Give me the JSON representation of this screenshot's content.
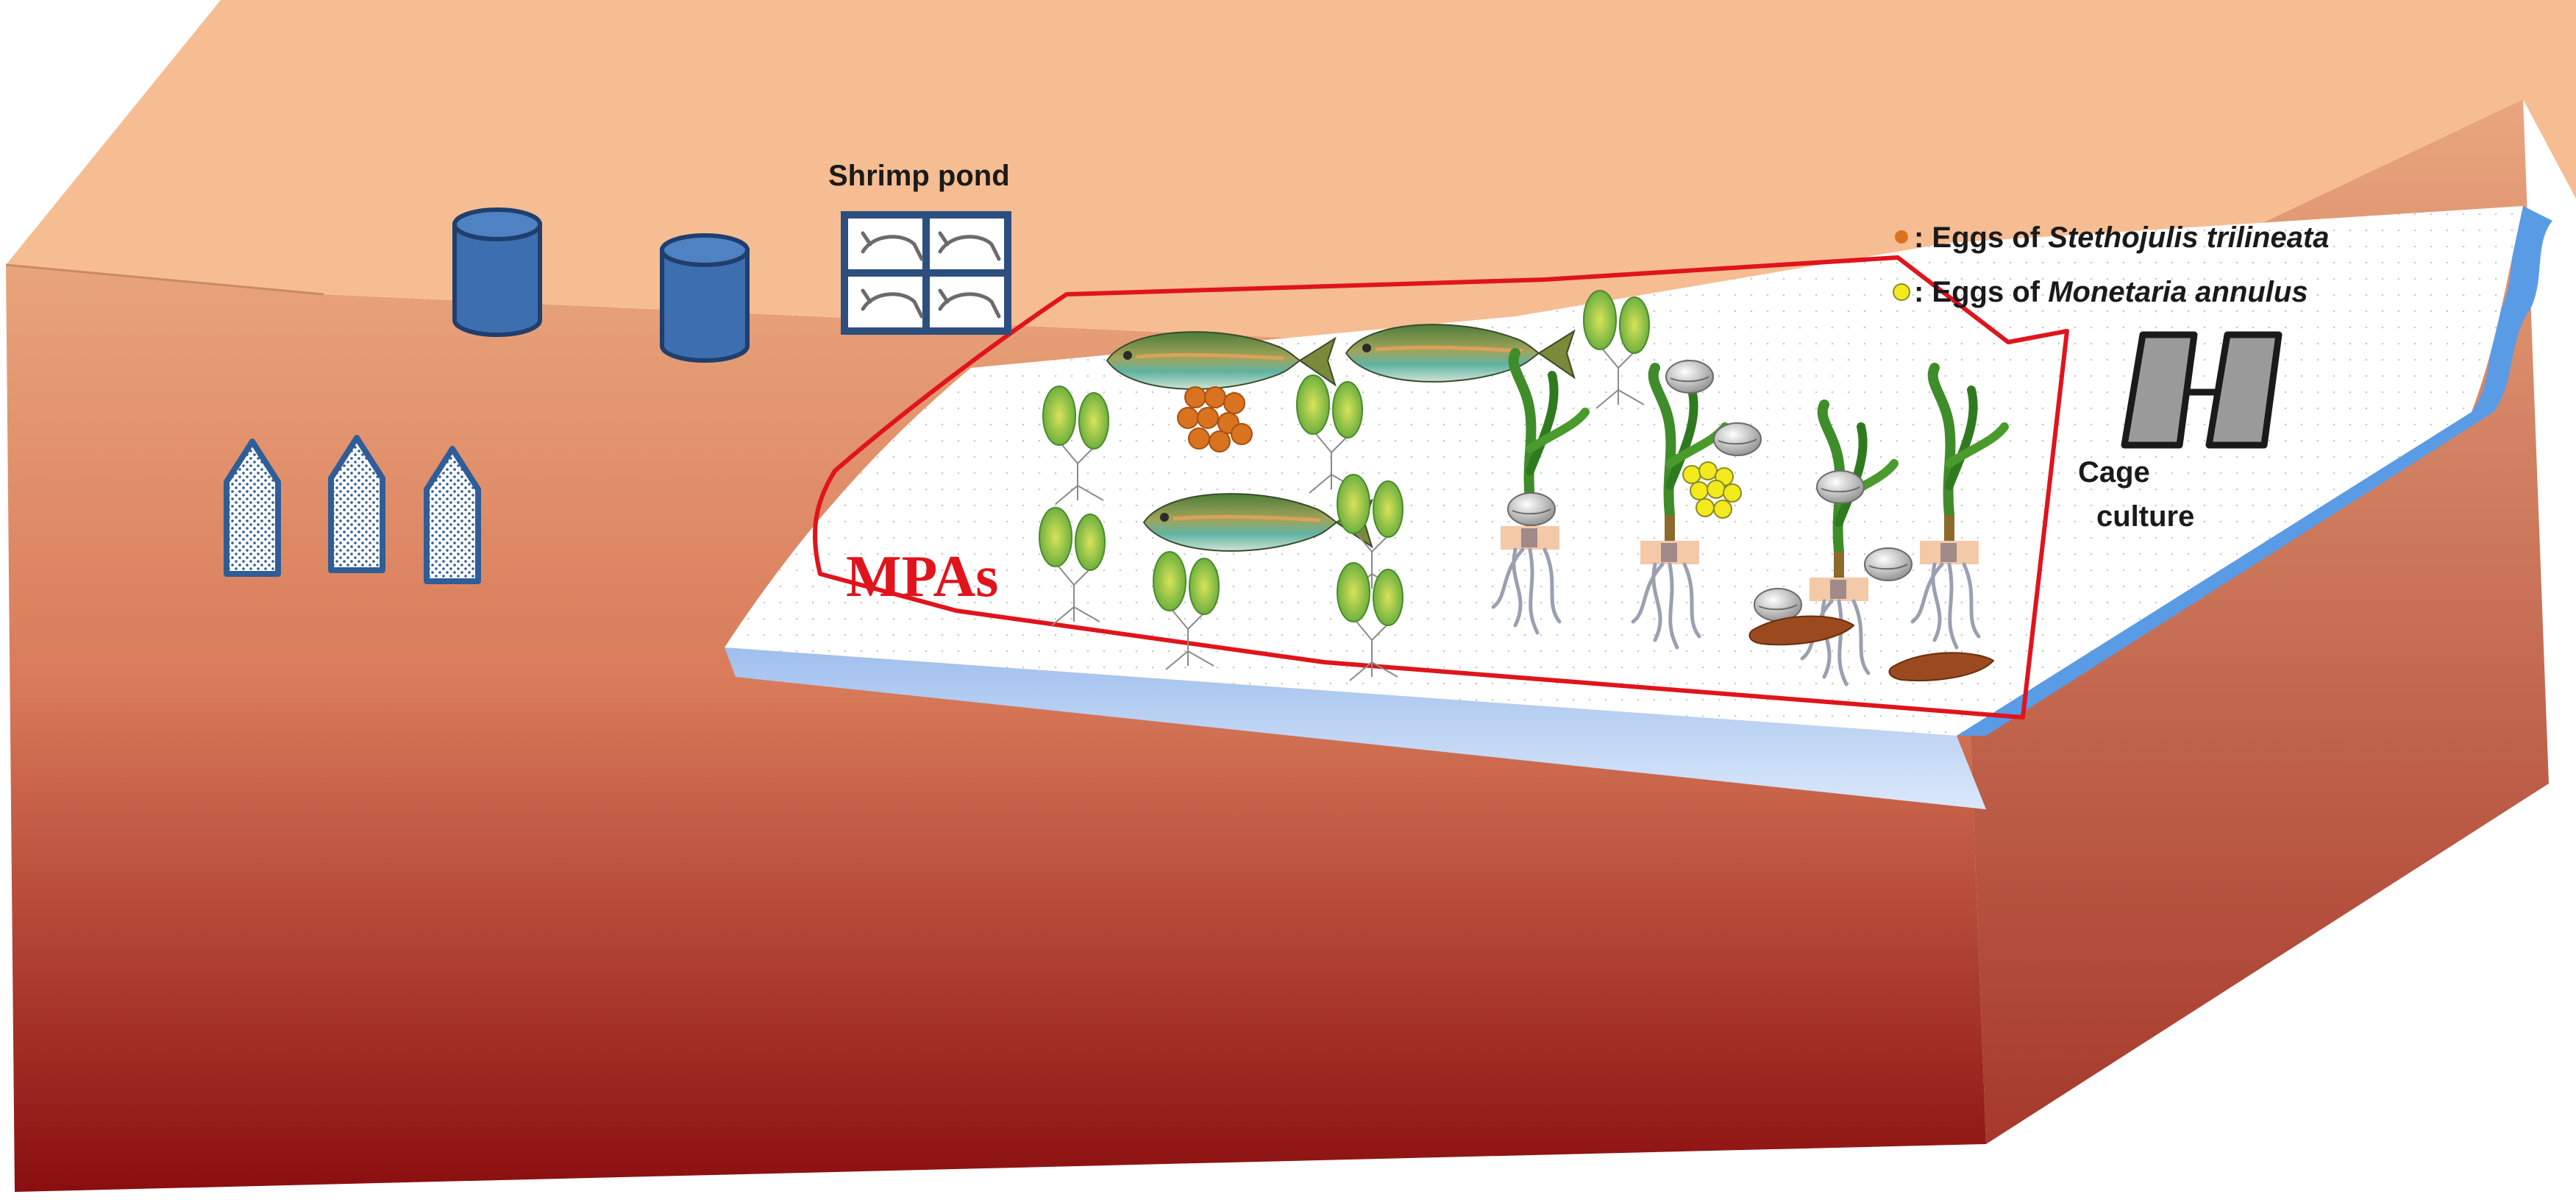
{
  "labels": {
    "shrimp_pond": "Shrimp pond",
    "cage_culture_line1": "Cage",
    "cage_culture_line2": "culture",
    "mpas": "MPAs"
  },
  "legend": {
    "items": [
      {
        "prefix": ": Eggs of ",
        "species": "Stethojulis trilineata",
        "color": "#d9731f"
      },
      {
        "prefix": ": Eggs of ",
        "species": "Monetaria annulus",
        "color": "#f3ea1e"
      }
    ]
  },
  "colors": {
    "land_top": "#f6bd92",
    "cliff_top": "#e59d74",
    "cliff_bottom": "#8b0f10",
    "sea_edge": "#5a9be6",
    "tank": "#3d6fb0",
    "mpa_boundary": "#e0141c"
  },
  "icons": {
    "tank": "cylinder-tank-icon",
    "tower": "net-tower-icon",
    "shrimp_pond": "shrimp-pond-icon",
    "cage": "cage-net-icon",
    "fish": "wrasse-fish-icon",
    "seaweed": "sargassum-icon",
    "seagrass": "seagrass-icon",
    "cowrie": "cowrie-shell-icon",
    "sea_cucumber": "sea-cucumber-icon"
  }
}
